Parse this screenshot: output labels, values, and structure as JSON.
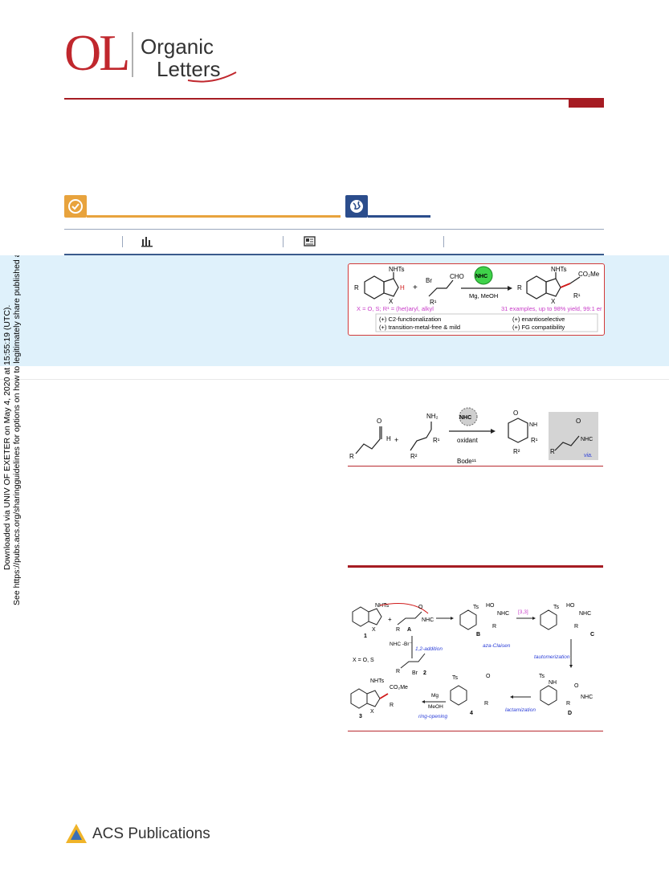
{
  "journal": {
    "logo_letters": "OL",
    "name_line1": "Organic",
    "name_line2": "Letters"
  },
  "colors": {
    "brand": "#c0272d",
    "open_access": "#e8a33d",
    "global": "#2b4d8c",
    "band": "#dff1fb",
    "highlight": "#c83cc8",
    "italic_blue": "#2c3fd8"
  },
  "side_note": {
    "line1": "Downloaded via UNIV OF EXETER on May 4, 2020 at 15:55:19 (UTC).",
    "line2": "See https://pubs.acs.org/sharingguidelines for options on how to legitimately share published articles."
  },
  "toc": {
    "substrate_label": "NHTs",
    "aldehyde_label_br": "Br",
    "aldehyde_label_cho": "CHO",
    "catalyst": "NHC",
    "conditions": "Mg, MeOH",
    "product_label_nhts": "NHTs",
    "product_label_ester": "CO₂Me",
    "scope_left": "X = O, S; R¹ = (het)aryl, alkyl",
    "scope_right": "31 examples, up to 98% yield, 99:1 er",
    "feature1": "(+) C2-functionalization",
    "feature2": "(+) transition-metal-free & mild",
    "feature3": "(+) enantioselective",
    "feature4": "(+) FG compatibility"
  },
  "scheme1": {
    "amine": "NH₂",
    "catalyst": "NHC",
    "oxidant": "oxidant",
    "reference": "Bode¹¹",
    "intermediate": "NHC",
    "via": "via."
  },
  "scheme2": {
    "s1": "1",
    "s2": "2",
    "s3": "3",
    "s4": "4",
    "A": "A",
    "B": "B",
    "C": "C",
    "D": "D",
    "x_def": "X = O, S",
    "step_add": "1,2-addition",
    "step_claisen": "aza-Claisen",
    "sigma": "[3,3]",
    "step_taut": "tautomerization",
    "step_lactam": "lactamization",
    "step_open": "ring-opening",
    "reagent_mg": "Mg",
    "reagent_meoh": "MeOH",
    "nhc_br": "NHC -Br⁻",
    "ts": "Ts",
    "nhts": "NHTs",
    "ester": "CO₂Me"
  },
  "publisher": {
    "name": "ACS Publications"
  }
}
